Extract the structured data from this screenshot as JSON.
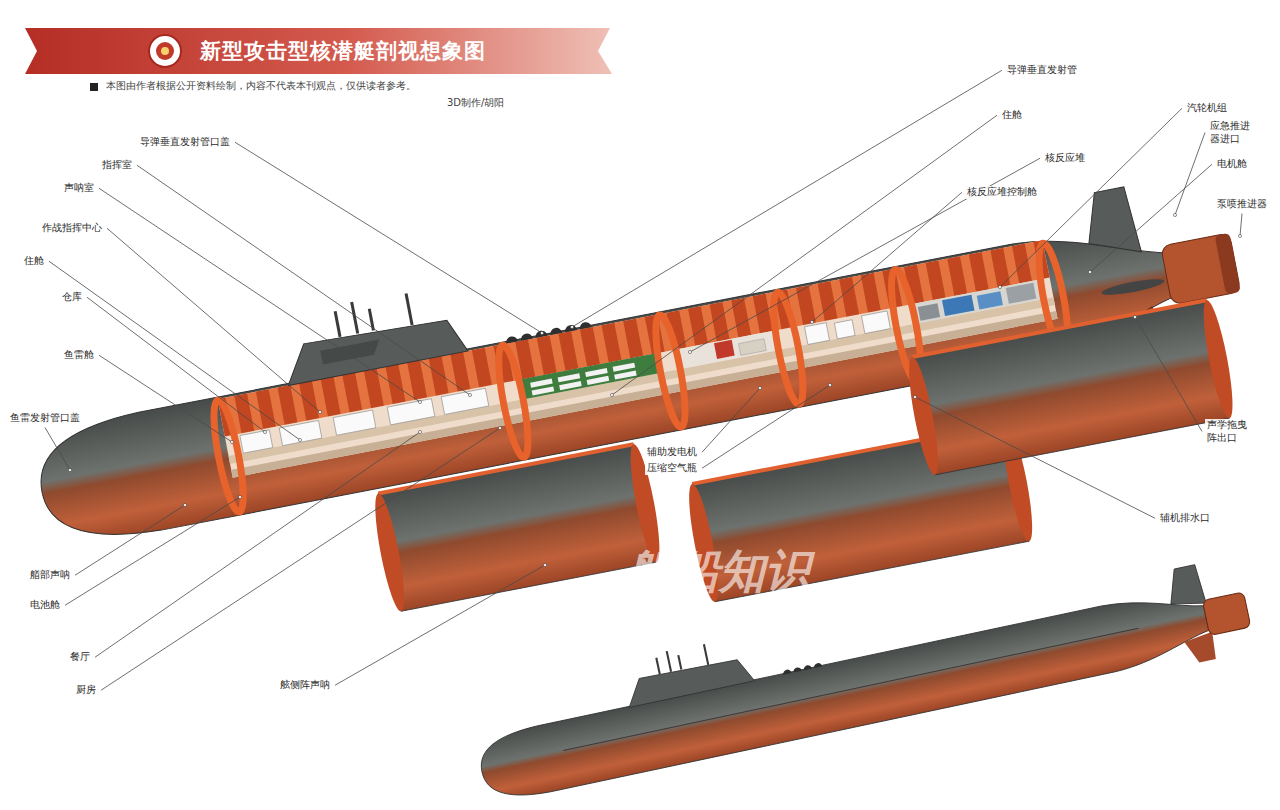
{
  "diagram": {
    "title": "新型攻击型核潜艇剖视想象图",
    "labels": [
      "本图由作者根据公开资料绘制，内容不代表本刊观点，仅供读者参考。",
      "3D制作/胡阳",
      "导弹垂直发射管口盖",
      "指挥室",
      "声呐室",
      "作战指挥中心",
      "住舱",
      "仓库",
      "鱼雷舱",
      "鱼雷发射管口盖",
      "艏部声呐",
      "电池舱",
      "餐厅",
      "厨房",
      "舷侧阵声呐",
      "导弹垂直发射管",
      "住舱",
      "核反应堆",
      "核反应堆控制舱",
      "汽轮机组",
      "应急推进器进口",
      "电机舱",
      "泵喷推进器",
      "声学拖曳阵出口",
      "辅机排水口",
      "辅助发电机",
      "压缩空气瓶",
      "舰船知识"
    ]
  }
}
